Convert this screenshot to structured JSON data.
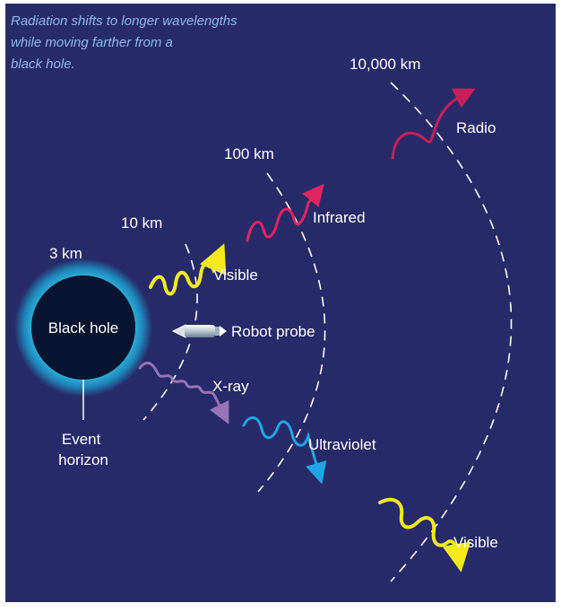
{
  "caption": {
    "lines": [
      "Radiation shifts to longer wavelengths",
      "while moving farther from a",
      "black hole."
    ]
  },
  "distances": {
    "r3": "3 km",
    "r10": "10 km",
    "r100": "100 km",
    "r10000": "10,000 km"
  },
  "black_hole": {
    "label": "Black hole",
    "event_horizon_label_line1": "Event",
    "event_horizon_label_line2": "horizon"
  },
  "probe": {
    "label": "Robot probe"
  },
  "radiation": {
    "visible_near": "Visible",
    "xray": "X-ray",
    "infrared": "Infrared",
    "ultraviolet": "Ultraviolet",
    "radio": "Radio",
    "visible_far": "Visible"
  },
  "colors": {
    "background": "#272a69",
    "caption": "#8fb8e8",
    "black_hole_core": "#061430",
    "event_horizon_glow": "#2fb6df",
    "visible": "#f4ea1a",
    "xray": "#9a72b8",
    "infrared": "#e0245f",
    "ultraviolet": "#1ea6e6",
    "radio": "#c81f5a"
  }
}
